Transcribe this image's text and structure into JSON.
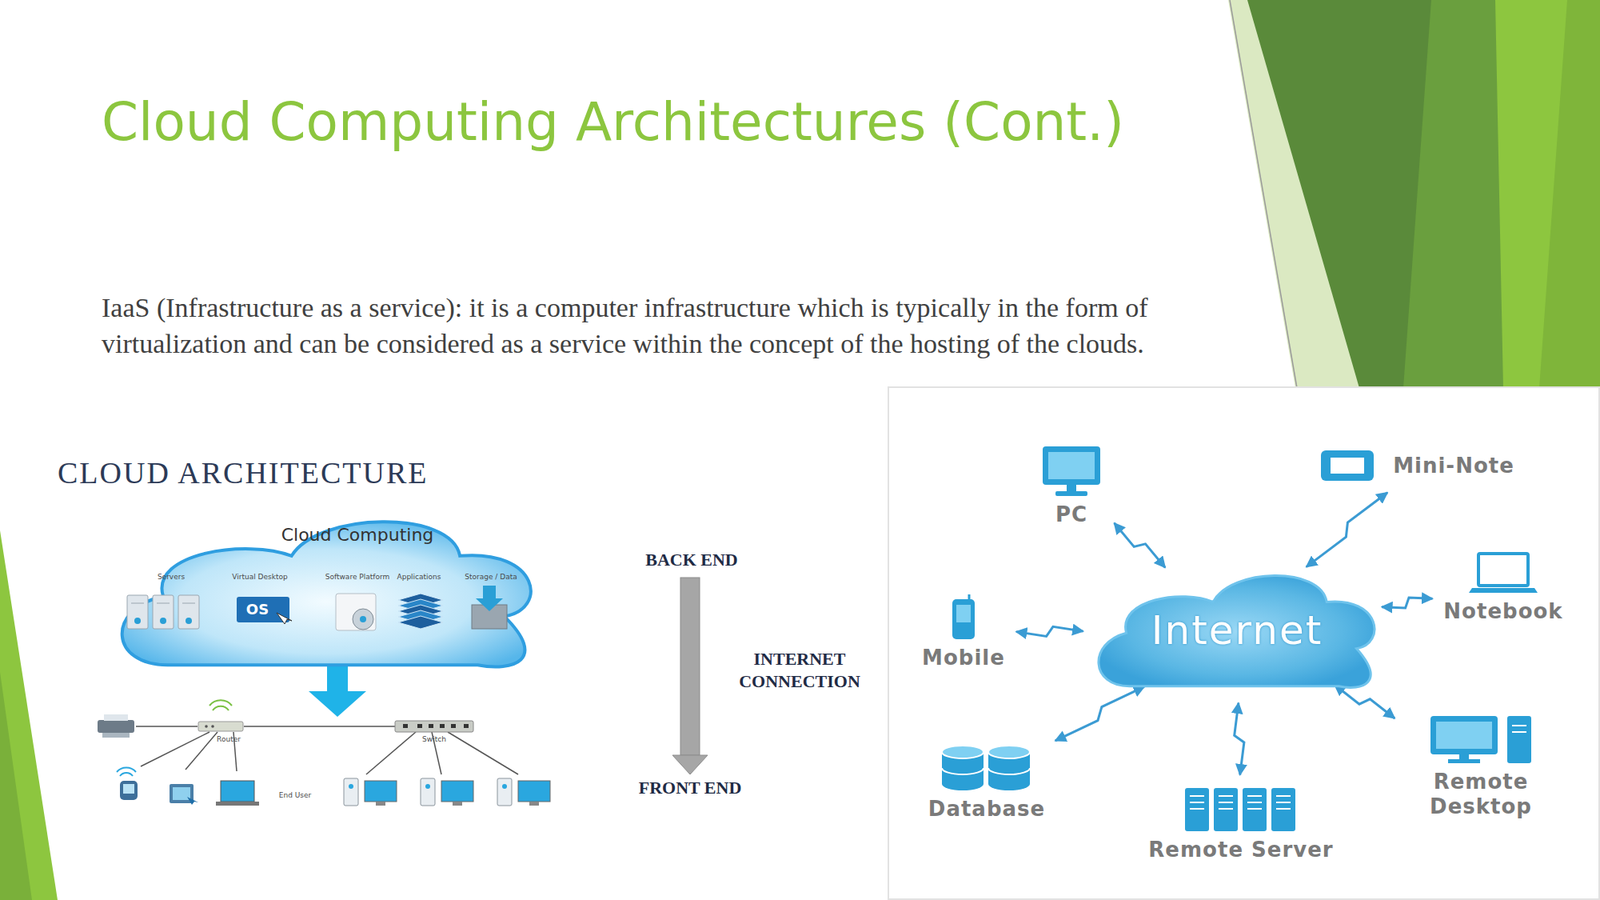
{
  "diagram": {
    "title": "Cloud Computing Architectures (Cont.)",
    "nodes": [
      {
        "text": [
          "Cloud Computing"
        ]
      },
      {
        "text": [
          "PC"
        ]
      },
      {
        "text": [
          "Mini-Note"
        ]
      },
      {
        "text": [
          "Mobile"
        ]
      },
      {
        "text": [
          "Internet"
        ]
      },
      {
        "text": [
          "Notebook"
        ]
      },
      {
        "text": [
          "Remote Desktop"
        ]
      },
      {
        "text": [
          "Database"
        ]
      },
      {
        "text": [
          "Remote Server"
        ]
      }
    ],
    "edges": [
      {
        "from": 1,
        "to": 4,
        "arrow": "both"
      },
      {
        "from": 2,
        "to": 4,
        "arrow": "both"
      },
      {
        "from": 3,
        "to": 4,
        "arrow": "both"
      },
      {
        "from": 5,
        "to": 4,
        "arrow": "both"
      },
      {
        "from": 6,
        "to": 4,
        "arrow": "both"
      },
      {
        "from": 7,
        "to": 4,
        "arrow": "both"
      },
      {
        "from": 8,
        "to": 4,
        "arrow": "both"
      }
    ],
    "labels": [
      "IaaS (Infrastructure as a service): it is a computer infrastructure which is typically in the form of virtualization and can be considered as a service within the concept of the hosting of the clouds.",
      "CLOUD ARCHITECTURE",
      "Servers",
      "Virtual Desktop",
      "Software Platform",
      "Applications",
      "Storage / Data",
      "OS",
      "Router",
      "Switch",
      "End User",
      "BACK END",
      "INTERNET CONNECTION",
      "FRONT END"
    ]
  }
}
